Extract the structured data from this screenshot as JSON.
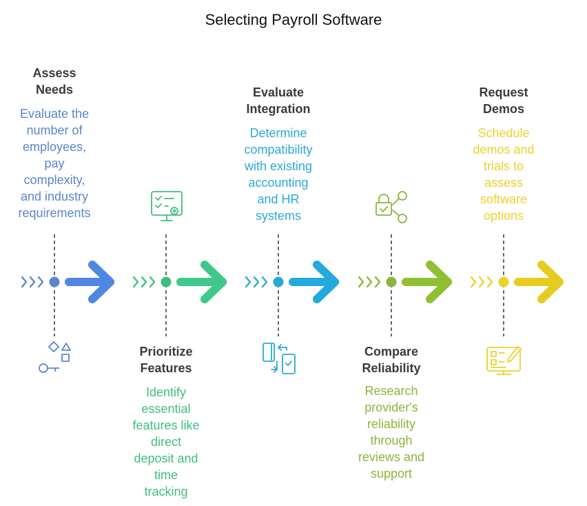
{
  "title": "Selecting Payroll Software",
  "colors": {
    "heading": "#3a3a3a",
    "dash": "#333333"
  },
  "steps": [
    {
      "heading": "Assess\nNeeds",
      "description": "Evaluate the\nnumber of\nemployees,\npay\ncomplexity,\nand industry\nrequirements",
      "color": "#5b86c9",
      "arrow_color": "#4f87e3",
      "icon": "shapes-key-icon"
    },
    {
      "heading": "Prioritize\nFeatures",
      "description": "Identify\nessential\nfeatures like\ndirect\ndeposit and\ntime\ntracking",
      "color": "#3fbf7f",
      "arrow_color": "#3ec98a",
      "icon": "checklist-gear-icon"
    },
    {
      "heading": "Evaluate\nIntegration",
      "description": "Determine\ncompatibility\nwith existing\naccounting\nand HR\nsystems",
      "color": "#2aa9d4",
      "arrow_color": "#23a9dd",
      "icon": "device-sync-icon"
    },
    {
      "heading": "Compare\nReliability",
      "description": "Research\nprovider's\nreliability\nthrough\nreviews and\nsupport",
      "color": "#8ab63a",
      "arrow_color": "#91bf33",
      "icon": "lock-share-icon"
    },
    {
      "heading": "Request\nDemos",
      "description": "Schedule\ndemos and\ntrials to\nassess\nsoftware\noptions",
      "color": "#ecd22b",
      "arrow_color": "#e6cc21",
      "icon": "dashboard-edit-icon"
    }
  ]
}
